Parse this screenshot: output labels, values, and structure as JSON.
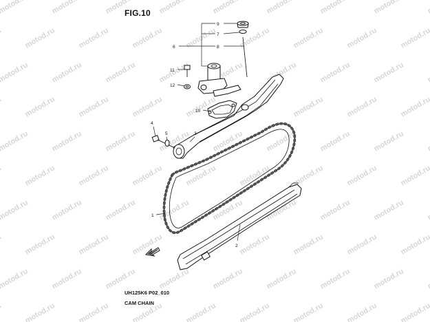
{
  "figure": {
    "title": "FIG.10",
    "diagram_code": "UH125K6 P02_010",
    "diagram_name": "CAM CHAIN",
    "watermark": "motod.ru"
  },
  "callouts": {
    "c1": "1",
    "c2": "2",
    "c3": "3",
    "c4": "4",
    "c5": "5",
    "c6": "6",
    "c7": "7",
    "c8": "8",
    "c9": "9",
    "c10": "10",
    "c11": "11",
    "c12": "12"
  },
  "colors": {
    "line": "#111111",
    "watermark": "#d6d6d6",
    "background": "#ffffff"
  }
}
